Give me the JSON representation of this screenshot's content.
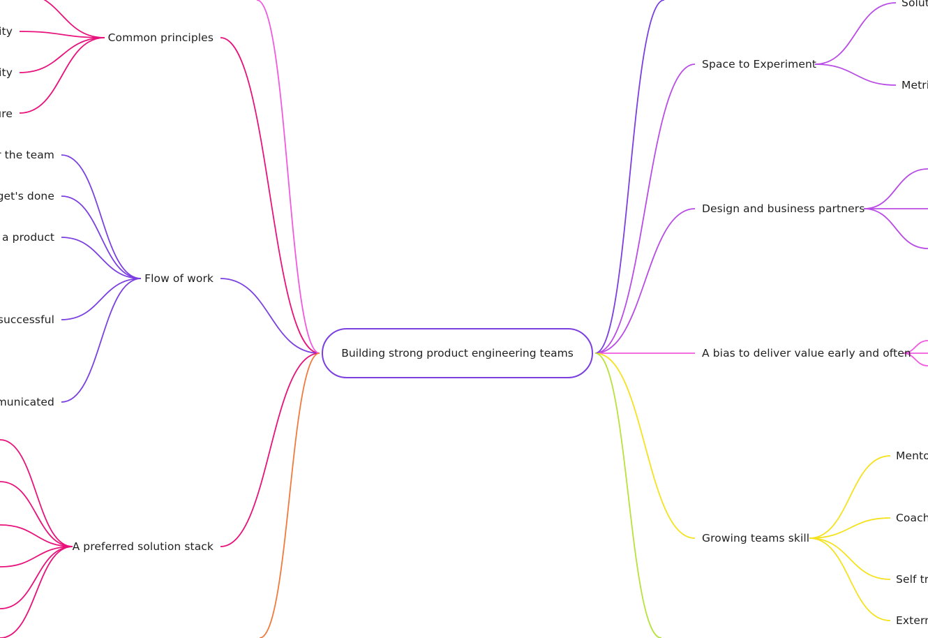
{
  "mindmap": {
    "central": "Building strong product engineering teams",
    "left_branches": [
      {
        "label": "Common principles",
        "color": "#e8127c",
        "children": [
          "ity",
          "ity",
          "ure"
        ]
      },
      {
        "label": "Flow of work",
        "color": "#7b3fe0",
        "children": [
          "r the team",
          "get's done",
          "f a product",
          "successful",
          "municated"
        ]
      },
      {
        "label": "A preferred solution stack",
        "color": "#e8127c",
        "children": [
          "",
          "",
          "",
          "",
          ""
        ]
      }
    ],
    "right_branches": [
      {
        "label": "Space to Experiment",
        "color": "#b84be6",
        "children": [
          "Solut",
          "Metri"
        ]
      },
      {
        "label": "Design and business partners",
        "color": "#b84be6",
        "children": [
          "",
          "",
          ""
        ]
      },
      {
        "label": "A bias to deliver value early and often",
        "color": "#f05ae0",
        "children": [
          "",
          "",
          ""
        ]
      },
      {
        "label": "Growing teams skill",
        "color": "#f5e21e",
        "children": [
          "Mento",
          "Coach",
          "Self tr",
          "Extern"
        ]
      }
    ],
    "offscreen_branch_colors": [
      "#f05ae0",
      "#7b3fe0",
      "#f07a3c",
      "#b7e23a"
    ]
  }
}
